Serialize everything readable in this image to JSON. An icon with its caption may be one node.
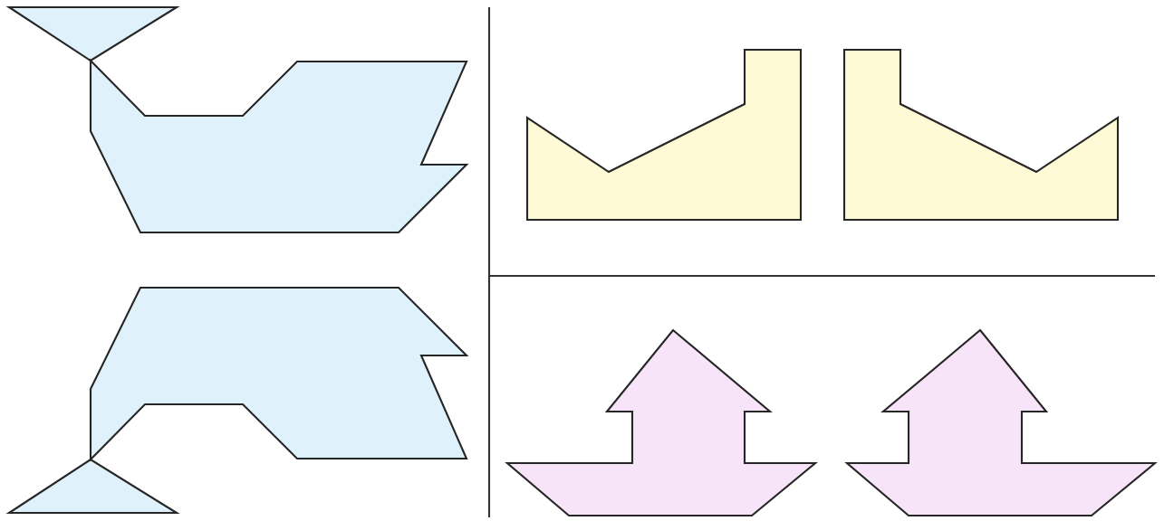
{
  "diagram": {
    "nodes": [
      {
        "text": [],
        "shape": "whale"
      },
      {
        "text": [],
        "shape": "whale"
      },
      {
        "text": [],
        "shape": "boot"
      },
      {
        "text": [],
        "shape": "boot"
      },
      {
        "text": [],
        "shape": "boat"
      },
      {
        "text": [],
        "shape": "boat"
      }
    ]
  }
}
